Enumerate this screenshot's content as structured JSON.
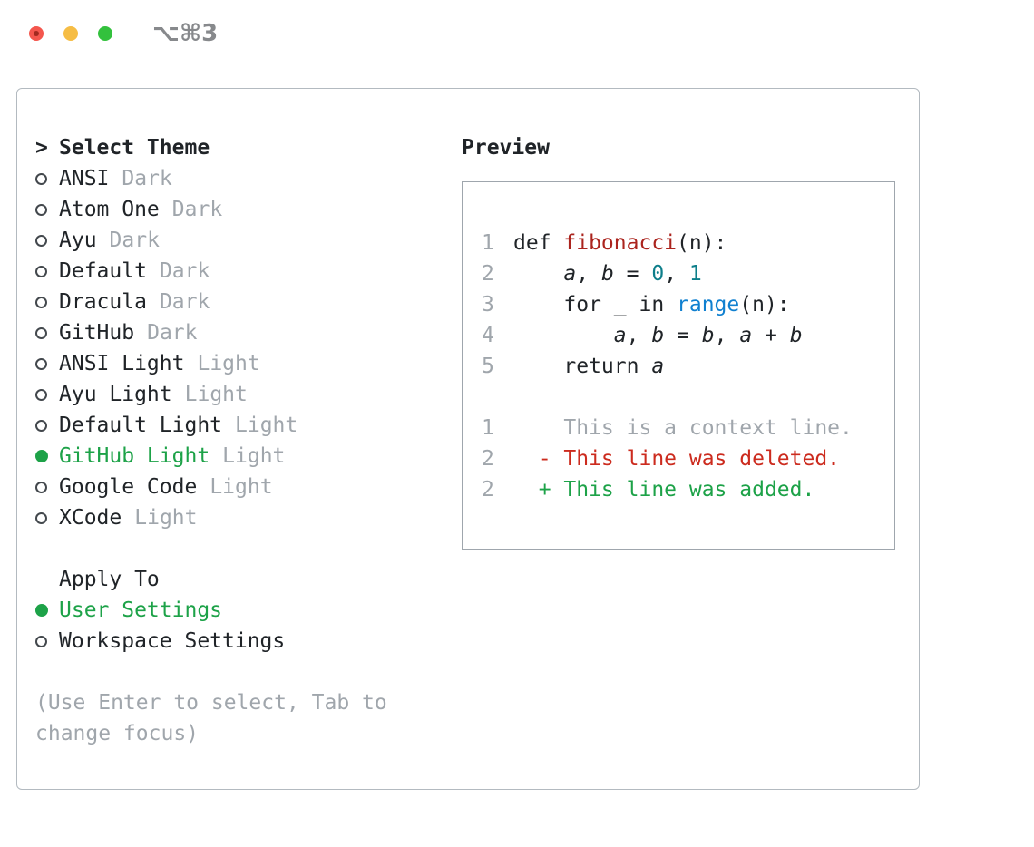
{
  "window": {
    "titlebar_shortcut": "⌥⌘3"
  },
  "theme_picker": {
    "cursor": ">",
    "title": "Select Theme",
    "themes": [
      {
        "name": "ANSI",
        "variant": "Dark",
        "selected": false
      },
      {
        "name": "Atom One",
        "variant": "Dark",
        "selected": false
      },
      {
        "name": "Ayu",
        "variant": "Dark",
        "selected": false
      },
      {
        "name": "Default",
        "variant": "Dark",
        "selected": false
      },
      {
        "name": "Dracula",
        "variant": "Dark",
        "selected": false
      },
      {
        "name": "GitHub",
        "variant": "Dark",
        "selected": false
      },
      {
        "name": "ANSI Light",
        "variant": "Light",
        "selected": false
      },
      {
        "name": "Ayu Light",
        "variant": "Light",
        "selected": false
      },
      {
        "name": "Default Light",
        "variant": "Light",
        "selected": false
      },
      {
        "name": "GitHub Light",
        "variant": "Light",
        "selected": true
      },
      {
        "name": "Google Code",
        "variant": "Light",
        "selected": false
      },
      {
        "name": "XCode",
        "variant": "Light",
        "selected": false
      }
    ],
    "apply_to": {
      "title": "Apply To",
      "options": [
        {
          "label": "User Settings",
          "selected": true
        },
        {
          "label": "Workspace Settings",
          "selected": false
        }
      ]
    },
    "hint": "(Use Enter to select, Tab to change focus)"
  },
  "preview": {
    "title": "Preview",
    "code_lines": [
      {
        "num": "1",
        "tokens": [
          {
            "t": "def "
          },
          {
            "t": "fibonacci",
            "c": "fn"
          },
          {
            "t": "(n):"
          }
        ]
      },
      {
        "num": "2",
        "tokens": [
          {
            "t": "    "
          },
          {
            "t": "a",
            "c": "var"
          },
          {
            "t": ", "
          },
          {
            "t": "b",
            "c": "var"
          },
          {
            "t": " = "
          },
          {
            "t": "0",
            "c": "num"
          },
          {
            "t": ", "
          },
          {
            "t": "1",
            "c": "num"
          }
        ]
      },
      {
        "num": "3",
        "tokens": [
          {
            "t": "    for _ in "
          },
          {
            "t": "range",
            "c": "builtin"
          },
          {
            "t": "(n):"
          }
        ]
      },
      {
        "num": "4",
        "tokens": [
          {
            "t": "        "
          },
          {
            "t": "a",
            "c": "var"
          },
          {
            "t": ", "
          },
          {
            "t": "b",
            "c": "var"
          },
          {
            "t": " = "
          },
          {
            "t": "b",
            "c": "var"
          },
          {
            "t": ", "
          },
          {
            "t": "a",
            "c": "var"
          },
          {
            "t": " + "
          },
          {
            "t": "b",
            "c": "var"
          }
        ]
      },
      {
        "num": "5",
        "tokens": [
          {
            "t": "    return "
          },
          {
            "t": "a",
            "c": "var"
          }
        ]
      },
      {
        "num": "",
        "tokens": []
      },
      {
        "num": "1",
        "tokens": [
          {
            "t": "    This is a context line.",
            "c": "context"
          }
        ]
      },
      {
        "num": "2",
        "tokens": [
          {
            "t": "  - This line was deleted.",
            "c": "deleted"
          }
        ]
      },
      {
        "num": "2",
        "tokens": [
          {
            "t": "  + This line was added.",
            "c": "added"
          }
        ]
      }
    ]
  },
  "colors": {
    "selected_green": "#1da248",
    "added_green": "#1da248",
    "deleted_red": "#cc2b1e",
    "function_red": "#ab241e",
    "number_teal": "#0d7e8a",
    "builtin_blue": "#1080d0",
    "muted_gray": "#a0a6ac",
    "text": "#202428"
  }
}
